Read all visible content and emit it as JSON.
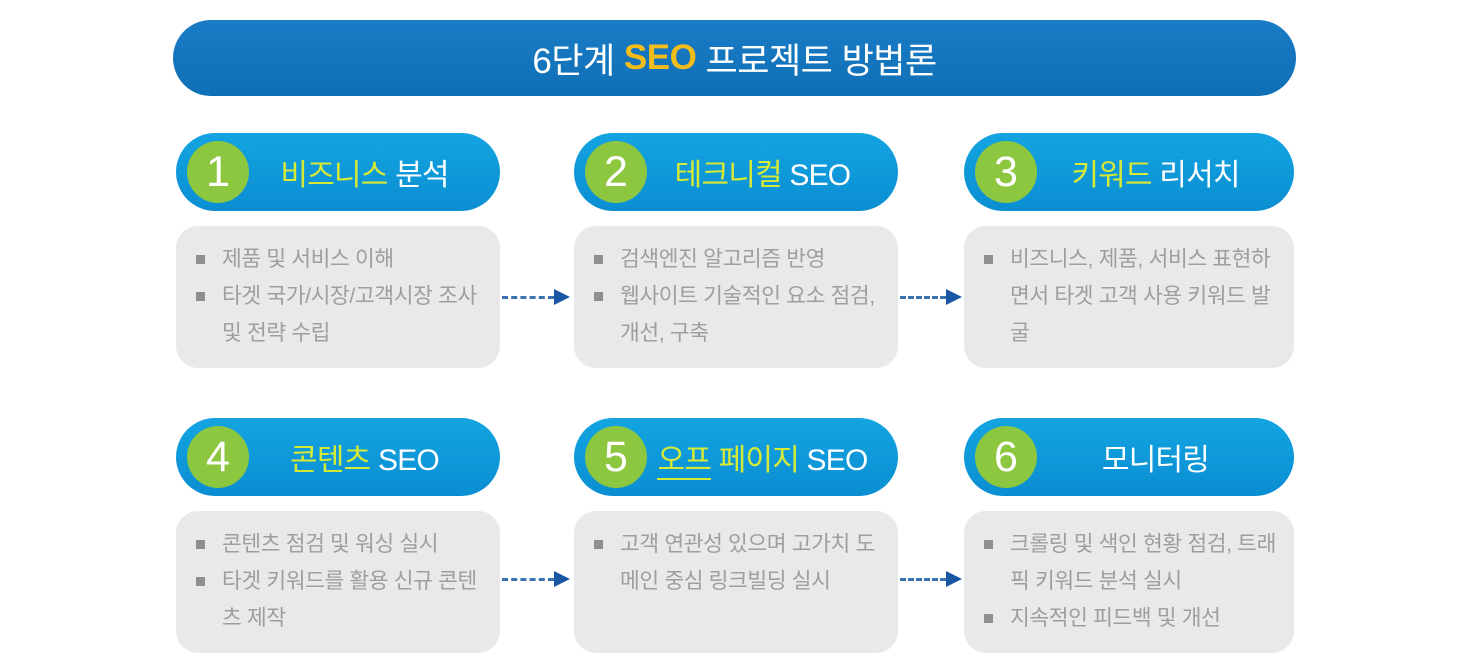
{
  "title": {
    "prefix": "6단계 ",
    "highlight": "SEO",
    "suffix": " 프로젝트 방법론"
  },
  "colors": {
    "banner_blue": "#1173BC",
    "pill_blue": "#0D9BDA",
    "badge_green": "#8DC63F",
    "highlight_yellow_green": "#D6E937",
    "title_gold": "#F2BC1A",
    "card_gray": "#E9E9E9",
    "body_text_gray": "#9E9E9E",
    "arrow_blue": "#1857A4"
  },
  "icons": {
    "flow_arrow": "dashed-right-arrow-icon",
    "bullet": "square-bullet-icon"
  },
  "steps": [
    {
      "number": "1",
      "title_highlight": "비즈니스",
      "title_rest": " 분석",
      "bullets": [
        "제품 및 서비스 이해",
        "타겟 국가/시장/고객시장 조사 및 전략 수립"
      ]
    },
    {
      "number": "2",
      "title_highlight": "테크니컬",
      "title_rest": " SEO",
      "bullets": [
        "검색엔진 알고리즘 반영",
        "웹사이트 기술적인 요소 점검, 개선, 구축"
      ]
    },
    {
      "number": "3",
      "title_highlight": "키워드",
      "title_rest": " 리서치",
      "bullets": [
        "비즈니스, 제품, 서비스 표현하면서 타겟 고객 사용 키워드 발굴"
      ]
    },
    {
      "number": "4",
      "title_highlight": "콘텐츠",
      "title_rest": " SEO",
      "bullets": [
        "콘텐츠 점검 및 워싱 실시",
        "타겟 키워드를 활용 신규 콘텐츠 제작"
      ]
    },
    {
      "number": "5",
      "title_underline": "오프",
      "title_highlight": " 페이지",
      "title_rest": " SEO",
      "bullets": [
        "고객 연관성 있으며 고가치 도메인 중심 링크빌딩 실시"
      ]
    },
    {
      "number": "6",
      "title_rest": "모니터링",
      "bullets": [
        "크롤링 및 색인 현황 점검, 트래픽 키워드 분석 실시",
        "지속적인 피드백 및 개선"
      ]
    }
  ]
}
